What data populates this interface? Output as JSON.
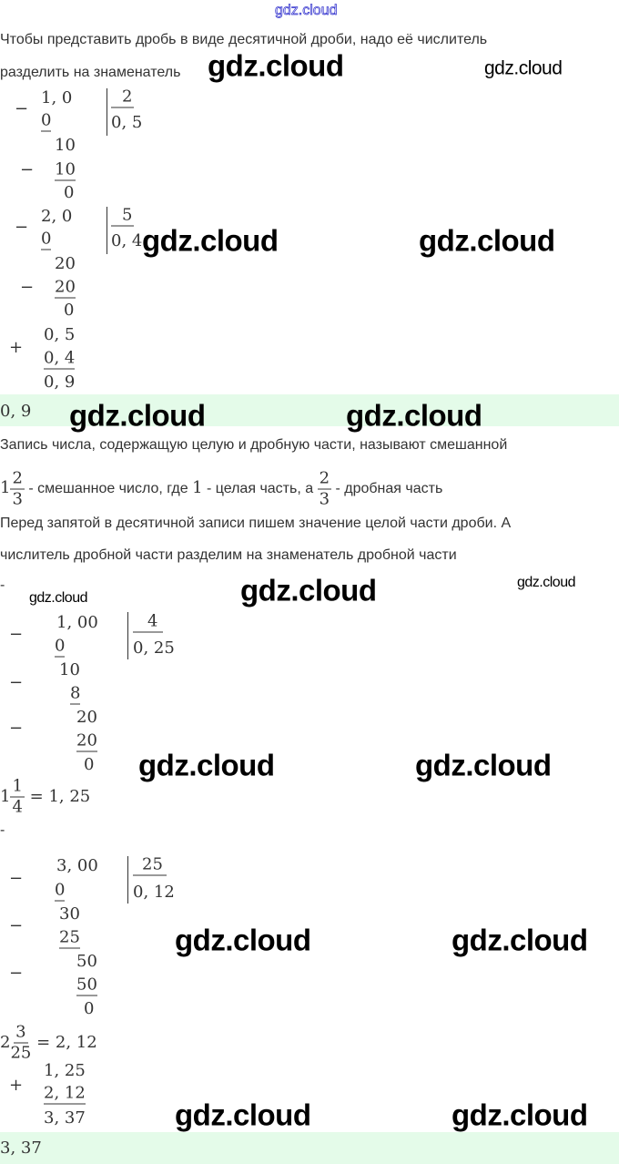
{
  "watermark": "gdz.cloud",
  "intro": {
    "line1": "Чтобы представить дробь в виде десятичной дроби, надо её числитель",
    "line2": "разделить на знаменатель"
  },
  "div1": {
    "minus": "−",
    "dividend": "1, 0",
    "sub1": "0",
    "divisor": "2",
    "quotient": "0, 5",
    "r1": "10",
    "sub2": "10",
    "r2": "0"
  },
  "div2": {
    "minus": "−",
    "dividend": "2, 0",
    "sub1": "0",
    "divisor": "5",
    "quotient": "0, 4",
    "r1": "20",
    "sub2": "20",
    "r2": "0"
  },
  "sum1": {
    "plus": "+",
    "a": "0, 5",
    "b": "0, 4",
    "result": "0, 9"
  },
  "answer1": "0, 9",
  "mixed": {
    "line1": "Запись числа, содержащую целую и дробную части, называют смешанной",
    "whole": "1",
    "num": "2",
    "den": "3",
    "text_a": "- смешанное число, где",
    "whole_part": "1",
    "text_b": "- целая часть, а",
    "text_c": "- дробная часть",
    "line3": "Перед запятой в десятичной записи пишем значение целой части дроби. А",
    "line4": "числитель дробной части разделим на знаменатель дробной части"
  },
  "dash": "-",
  "div3": {
    "dividend": "1, 00",
    "sub1": "0",
    "divisor": "4",
    "quotient": "0, 25",
    "r1": "10",
    "sub2": "8",
    "r2": "20",
    "sub3": "20",
    "r3": "0",
    "minus": "−"
  },
  "eq1": {
    "whole": "1",
    "num": "1",
    "den": "4",
    "rest": "= 1, 25"
  },
  "div4": {
    "dividend": "3, 00",
    "sub1": "0",
    "divisor": "25",
    "quotient": "0, 12",
    "r1": "30",
    "sub2": "25",
    "r2": "50",
    "sub3": "50",
    "r3": "0",
    "minus": "−"
  },
  "eq2": {
    "whole": "2",
    "num": "3",
    "den": "25",
    "rest": "= 2, 12"
  },
  "sum2": {
    "plus": "+",
    "a": "1, 25",
    "b": "2, 12",
    "result": "3, 37"
  },
  "answer2": "3, 37"
}
